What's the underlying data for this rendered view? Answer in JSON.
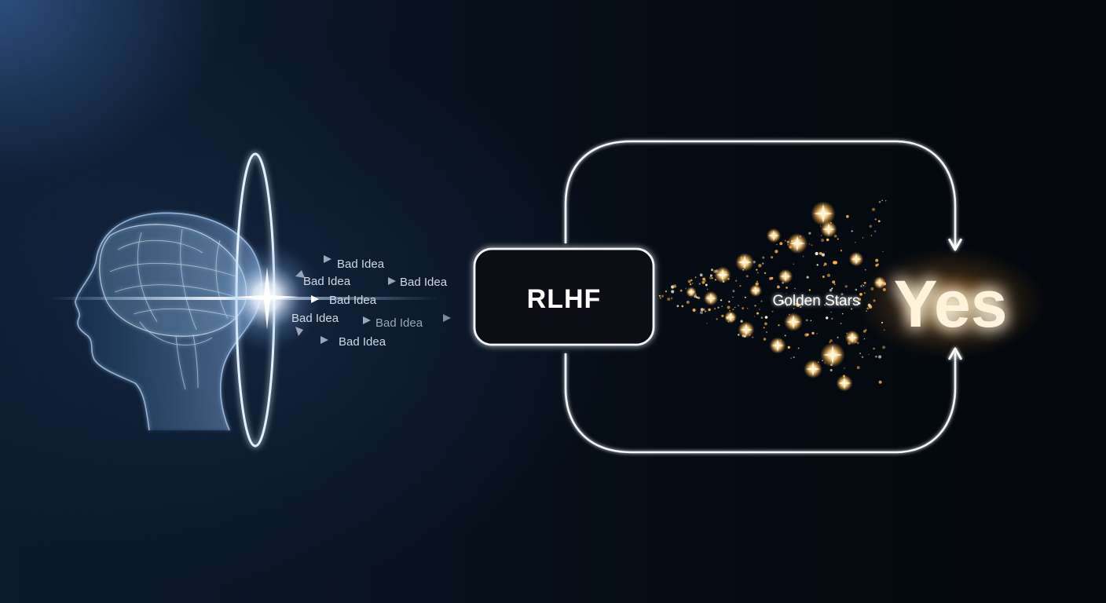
{
  "diagram": {
    "process_box": {
      "label": "RLHF"
    },
    "inputs": {
      "bad_ideas": [
        "Bad Idea",
        "Bad Idea",
        "Bad Idea",
        "Bad Idea",
        "Bad Idea",
        "Bad Idea",
        "Bad Idea"
      ]
    },
    "stars_label": "Golden Stars",
    "output_label": "Yes"
  },
  "colors": {
    "background": "#050a12",
    "ring_glow": "#bfe0ff",
    "box_stroke": "#f2f6fb",
    "gold": "#ffb347",
    "star_core": "#fff4d6"
  }
}
